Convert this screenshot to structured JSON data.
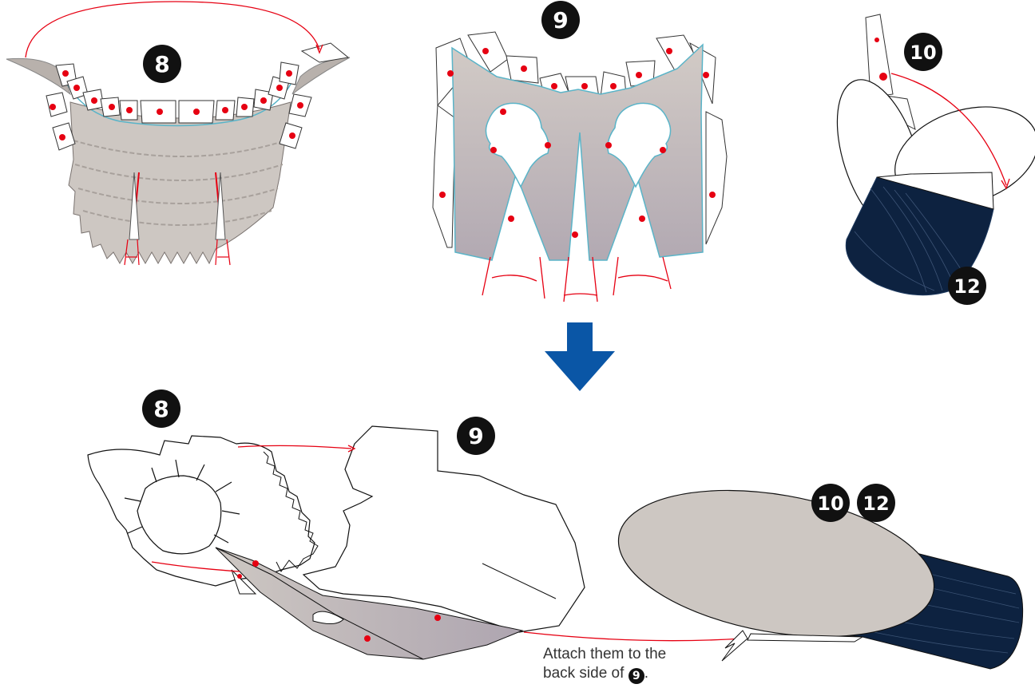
{
  "steps": {
    "top_left": "8",
    "top_middle": "9",
    "top_right_a": "10",
    "top_right_b": "12",
    "bottom_left": "8",
    "bottom_middle": "9",
    "bottom_right_a": "10",
    "bottom_right_b": "12"
  },
  "note": {
    "line1": "Attach them to the",
    "line2_prefix": "back side of",
    "line2_badge": "9",
    "line2_suffix": "."
  },
  "colors": {
    "paper_gray": "#cdc7c2",
    "paper_gray_dark": "#b3abb1",
    "glue_dot": "#e60012",
    "guide_line": "#e60012",
    "edge_cyan": "#5ab4c8",
    "navy": "#0d2240",
    "arrow_blue": "#0a56a6",
    "badge": "#111111"
  }
}
